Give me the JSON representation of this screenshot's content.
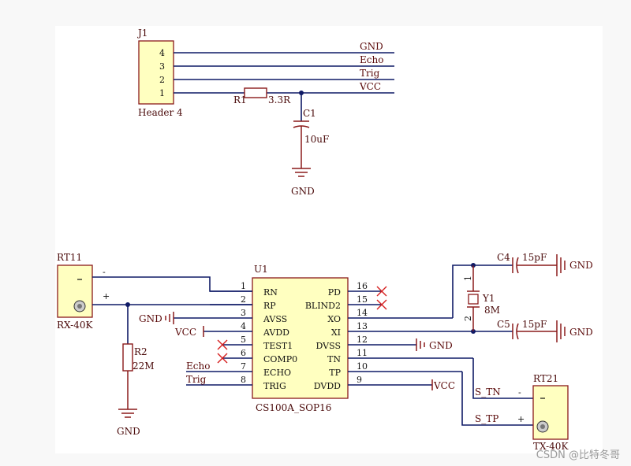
{
  "header": {
    "ref": "J1",
    "part": "Header 4",
    "pins": [
      "4",
      "3",
      "2",
      "1"
    ],
    "nets": [
      "GND",
      "Echo",
      "Trig",
      "VCC"
    ]
  },
  "r1": {
    "ref": "R1",
    "value": "3.3R"
  },
  "c1": {
    "ref": "C1",
    "value": "10uF",
    "gnd": "GND"
  },
  "rt11": {
    "ref": "RT11",
    "part": "RX-40K",
    "minus": "-",
    "plus": "+"
  },
  "r2": {
    "ref": "R2",
    "value": "22M",
    "gnd": "GND"
  },
  "u1": {
    "ref": "U1",
    "part": "CS100A_SOP16",
    "left_pins": [
      {
        "num": "1",
        "name": "RN"
      },
      {
        "num": "2",
        "name": "RP"
      },
      {
        "num": "3",
        "name": "AVSS"
      },
      {
        "num": "4",
        "name": "AVDD"
      },
      {
        "num": "5",
        "name": "TEST1"
      },
      {
        "num": "6",
        "name": "COMP0"
      },
      {
        "num": "7",
        "name": "ECHO"
      },
      {
        "num": "8",
        "name": "TRIG"
      }
    ],
    "right_pins": [
      {
        "num": "16",
        "name": "PD"
      },
      {
        "num": "15",
        "name": "BLIND2"
      },
      {
        "num": "14",
        "name": "XO"
      },
      {
        "num": "13",
        "name": "XI"
      },
      {
        "num": "12",
        "name": "DVSS"
      },
      {
        "num": "11",
        "name": "TN"
      },
      {
        "num": "10",
        "name": "TP"
      },
      {
        "num": "9",
        "name": "DVDD"
      }
    ]
  },
  "left_nets": {
    "gnd": "GND",
    "vcc": "VCC",
    "echo": "Echo",
    "trig": "Trig"
  },
  "right_nets": {
    "dvss_gnd": "GND",
    "dvdd_vcc": "VCC"
  },
  "c4": {
    "ref": "C4",
    "value": "15pF",
    "gnd": "GND"
  },
  "c5": {
    "ref": "C5",
    "value": "15pF",
    "gnd": "GND"
  },
  "y1": {
    "ref": "Y1",
    "value": "8M",
    "pin1": "1",
    "pin2": "2"
  },
  "rt21": {
    "ref": "RT21",
    "part": "TX-40K",
    "s_tn": "S_TN",
    "s_tp": "S_TP",
    "minus": "-",
    "plus": "+"
  },
  "watermark": "CSDN @比特冬哥"
}
